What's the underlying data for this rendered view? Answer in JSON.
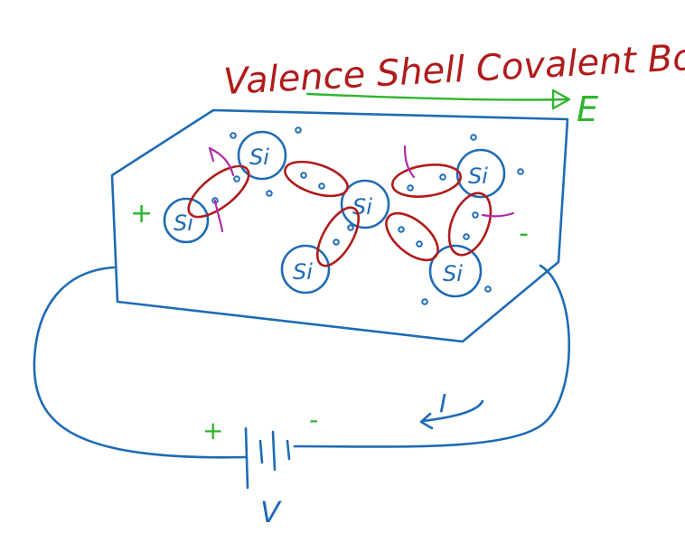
{
  "title": "Valence Shell Covalent Bonds",
  "field_label": "E",
  "atom_label": "Si",
  "current_label": "I",
  "voltage_label": "V",
  "plus_sign": "+",
  "minus_sign": "-",
  "colors": {
    "blue_ink": "#1f6bb5",
    "red_ink": "#b01b1b",
    "green_ink": "#2fb52f",
    "purple_ink": "#b02aa8"
  }
}
